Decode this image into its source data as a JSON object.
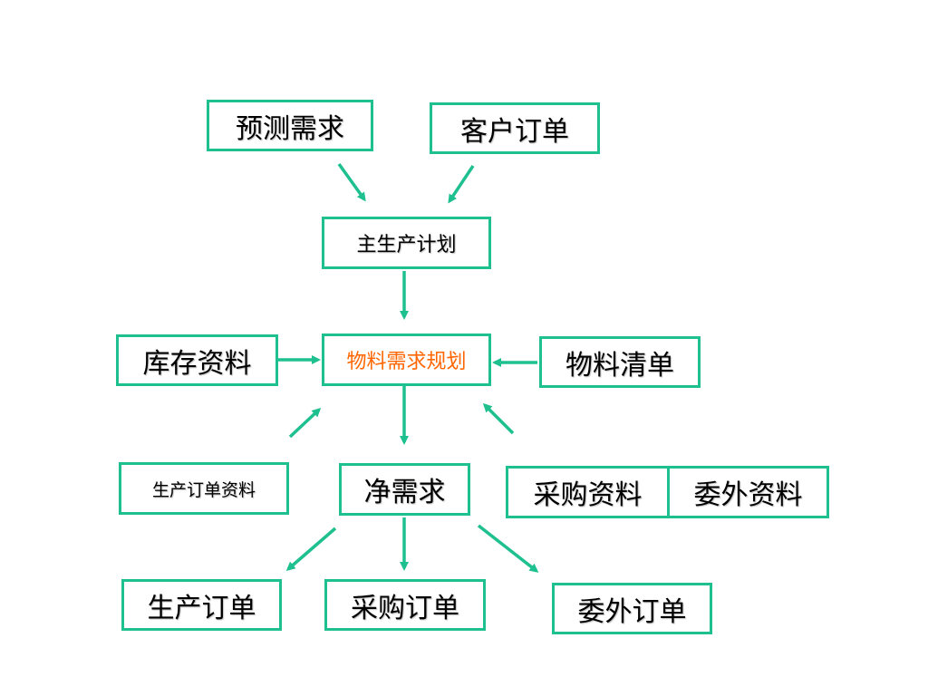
{
  "colors": {
    "border": "#1fc08f",
    "arrow": "#1fc08f",
    "highlight_text": "#ff6600",
    "text": "#000000"
  },
  "nodes": {
    "forecast_demand": "预测需求",
    "customer_order": "客户订单",
    "master_production_schedule": "主生产计划",
    "inventory_data": "库存资料",
    "mrp": "物料需求规划",
    "bom": "物料清单",
    "production_order_data": "生产订单资料",
    "net_demand": "净需求",
    "purchase_data": "采购资料",
    "outsourcing_data": "委外资料",
    "production_order": "生产订单",
    "purchase_order": "采购订单",
    "outsourcing_order": "委外订单"
  }
}
